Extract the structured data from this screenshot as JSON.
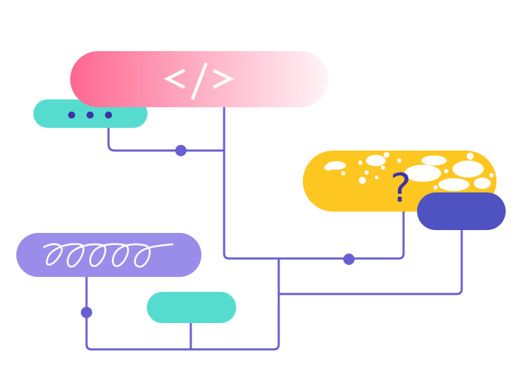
{
  "diagram": {
    "title": "",
    "colors": {
      "connector": "#6a5fd0",
      "code_gradient_start": "#ff6690",
      "code_gradient_end": "#fff4f7",
      "teal": "#55dccf",
      "dots": "#3a33a6",
      "yellow": "#fec620",
      "indigo": "#4f52c1",
      "lavender": "#9a8dea",
      "question_mark": "#3a33a6",
      "white": "#ffffff"
    },
    "nodes": [
      {
        "id": "code-pill",
        "label": "</>",
        "icon": "code-icon",
        "color": "gradient-pink"
      },
      {
        "id": "dots-pill",
        "label": "",
        "icon": "ellipsis-icon",
        "color": "teal"
      },
      {
        "id": "question-pill",
        "label": "?",
        "icon": "question-icon",
        "color": "yellow"
      },
      {
        "id": "indigo-pill",
        "label": "",
        "icon": "",
        "color": "indigo"
      },
      {
        "id": "scribble-pill",
        "label": "",
        "icon": "scribble-icon",
        "color": "lavender"
      },
      {
        "id": "teal-small-pill",
        "label": "",
        "icon": "",
        "color": "teal"
      }
    ],
    "connectors": [
      {
        "from": "dots-pill",
        "to": "code-pill",
        "has_junction_dot": true
      },
      {
        "from": "code-pill",
        "to": "question-pill",
        "has_junction_dot": true
      },
      {
        "from": "indigo-pill",
        "to": "scribble-pill",
        "has_junction_dot": false
      },
      {
        "from": "scribble-pill",
        "to": "teal-small-pill",
        "has_junction_dot": true
      }
    ]
  }
}
